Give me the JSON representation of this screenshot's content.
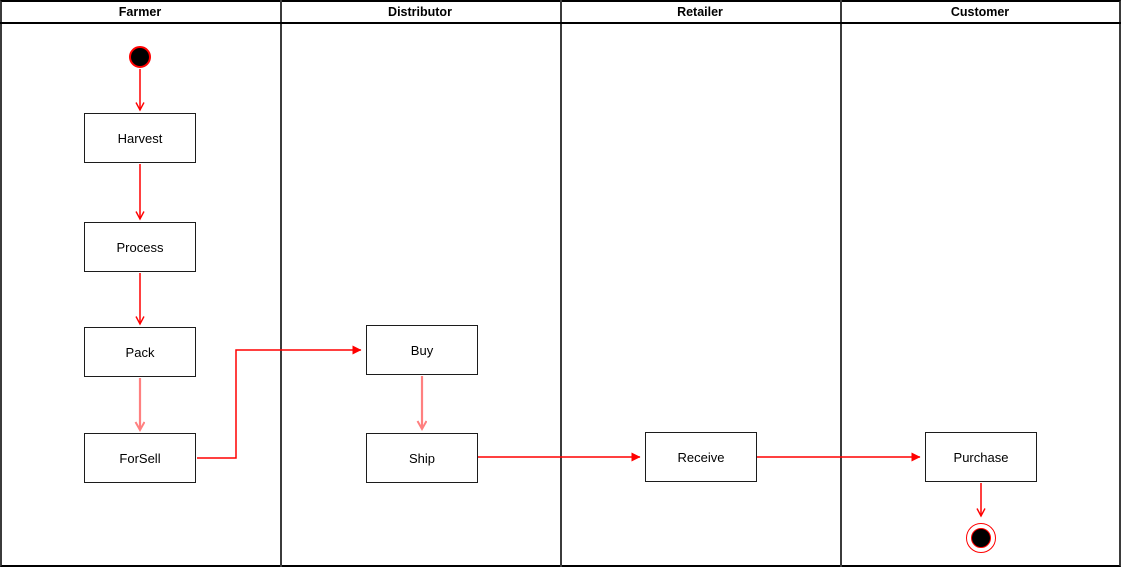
{
  "diagram": {
    "kind": "uml-activity-diagram-with-swimlanes",
    "lanes": [
      {
        "title": "Farmer"
      },
      {
        "title": "Distributor"
      },
      {
        "title": "Retailer"
      },
      {
        "title": "Customer"
      }
    ],
    "activities": {
      "harvest": "Harvest",
      "process": "Process",
      "pack": "Pack",
      "forsell": "ForSell",
      "buy": "Buy",
      "ship": "Ship",
      "receive": "Receive",
      "purchase": "Purchase"
    },
    "nodes": {
      "initial": {
        "kind": "initial-node",
        "lane": "Farmer"
      },
      "final": {
        "kind": "final-node",
        "lane": "Customer"
      }
    },
    "edges": [
      {
        "from": "initial",
        "to": "Harvest",
        "arrowhead": "open"
      },
      {
        "from": "Harvest",
        "to": "Process",
        "arrowhead": "open"
      },
      {
        "from": "Process",
        "to": "Pack",
        "arrowhead": "open"
      },
      {
        "from": "Pack",
        "to": "ForSell",
        "arrowhead": "open",
        "style": "highlighted"
      },
      {
        "from": "ForSell",
        "to": "Buy",
        "arrowhead": "filled"
      },
      {
        "from": "Buy",
        "to": "Ship",
        "arrowhead": "open",
        "style": "highlighted"
      },
      {
        "from": "Ship",
        "to": "Receive",
        "arrowhead": "filled"
      },
      {
        "from": "Receive",
        "to": "Purchase",
        "arrowhead": "filled"
      },
      {
        "from": "Purchase",
        "to": "final",
        "arrowhead": "open"
      }
    ],
    "colors": {
      "edge": "#ff0000",
      "edge_highlight": "#ff8080",
      "node_border": "#1c1c1c",
      "node_fill": "#ffffff",
      "lane_border": "#3b3b3b",
      "frame": "#000000",
      "background": "#ffffff",
      "text": "#000000"
    }
  }
}
